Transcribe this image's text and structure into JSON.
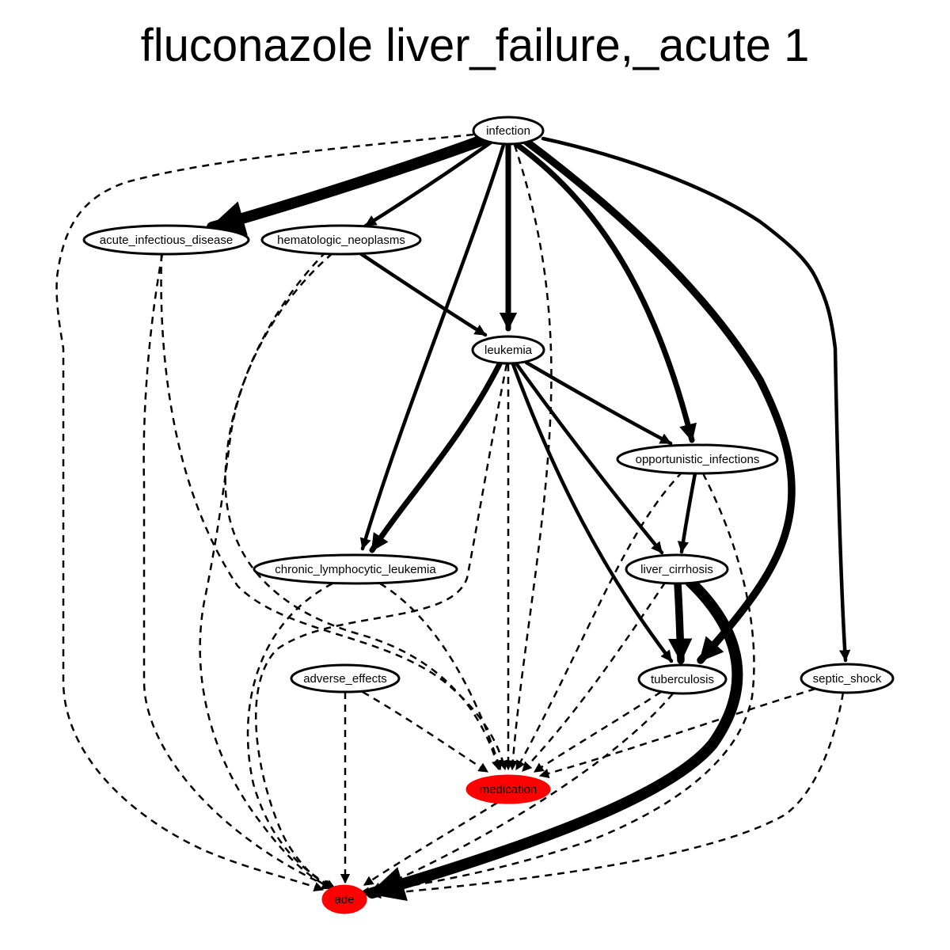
{
  "title": "fluconazole liver_failure,_acute 1",
  "colors": {
    "highlight": "#ff0000",
    "stroke": "#000000",
    "fill": "#ffffff"
  },
  "nodes": [
    {
      "id": "infection",
      "label": "infection",
      "highlight": false
    },
    {
      "id": "acute_infectious_disease",
      "label": "acute_infectious_disease",
      "highlight": false
    },
    {
      "id": "hematologic_neoplasms",
      "label": "hematologic_neoplasms",
      "highlight": false
    },
    {
      "id": "leukemia",
      "label": "leukemia",
      "highlight": false
    },
    {
      "id": "opportunistic_infections",
      "label": "opportunistic_infections",
      "highlight": false
    },
    {
      "id": "chronic_lymphocytic_leukemia",
      "label": "chronic_lymphocytic_leukemia",
      "highlight": false
    },
    {
      "id": "liver_cirrhosis",
      "label": "liver_cirrhosis",
      "highlight": false
    },
    {
      "id": "adverse_effects",
      "label": "adverse_effects",
      "highlight": false
    },
    {
      "id": "tuberculosis",
      "label": "tuberculosis",
      "highlight": false
    },
    {
      "id": "septic_shock",
      "label": "septic_shock",
      "highlight": false
    },
    {
      "id": "medication",
      "label": "medication",
      "highlight": true
    },
    {
      "id": "ade",
      "label": "ade",
      "highlight": true
    }
  ],
  "edges": [
    {
      "from": "infection",
      "to": "acute_infectious_disease",
      "style": "solid",
      "weight": 5
    },
    {
      "from": "infection",
      "to": "hematologic_neoplasms",
      "style": "solid",
      "weight": 2
    },
    {
      "from": "infection",
      "to": "leukemia",
      "style": "solid",
      "weight": 3
    },
    {
      "from": "infection",
      "to": "chronic_lymphocytic_leukemia",
      "style": "solid",
      "weight": 2
    },
    {
      "from": "infection",
      "to": "opportunistic_infections",
      "style": "solid",
      "weight": 3
    },
    {
      "from": "infection",
      "to": "tuberculosis",
      "style": "solid",
      "weight": 4
    },
    {
      "from": "infection",
      "to": "septic_shock",
      "style": "solid",
      "weight": 2
    },
    {
      "from": "infection",
      "to": "ade",
      "style": "dashed",
      "weight": 1
    },
    {
      "from": "infection",
      "to": "medication",
      "style": "dashed",
      "weight": 1
    },
    {
      "from": "hematologic_neoplasms",
      "to": "leukemia",
      "style": "solid",
      "weight": 2
    },
    {
      "from": "hematologic_neoplasms",
      "to": "ade",
      "style": "dashed",
      "weight": 1
    },
    {
      "from": "hematologic_neoplasms",
      "to": "medication",
      "style": "dashed",
      "weight": 1
    },
    {
      "from": "acute_infectious_disease",
      "to": "ade",
      "style": "dashed",
      "weight": 1
    },
    {
      "from": "acute_infectious_disease",
      "to": "medication",
      "style": "dashed",
      "weight": 1
    },
    {
      "from": "leukemia",
      "to": "chronic_lymphocytic_leukemia",
      "style": "solid",
      "weight": 3
    },
    {
      "from": "leukemia",
      "to": "opportunistic_infections",
      "style": "solid",
      "weight": 2
    },
    {
      "from": "leukemia",
      "to": "liver_cirrhosis",
      "style": "solid",
      "weight": 2
    },
    {
      "from": "leukemia",
      "to": "tuberculosis",
      "style": "solid",
      "weight": 2
    },
    {
      "from": "leukemia",
      "to": "medication",
      "style": "dashed",
      "weight": 1
    },
    {
      "from": "leukemia",
      "to": "ade",
      "style": "dashed",
      "weight": 1
    },
    {
      "from": "opportunistic_infections",
      "to": "liver_cirrhosis",
      "style": "solid",
      "weight": 2
    },
    {
      "from": "opportunistic_infections",
      "to": "medication",
      "style": "dashed",
      "weight": 1
    },
    {
      "from": "opportunistic_infections",
      "to": "ade",
      "style": "dashed",
      "weight": 1
    },
    {
      "from": "chronic_lymphocytic_leukemia",
      "to": "medication",
      "style": "dashed",
      "weight": 1
    },
    {
      "from": "chronic_lymphocytic_leukemia",
      "to": "ade",
      "style": "dashed",
      "weight": 1
    },
    {
      "from": "liver_cirrhosis",
      "to": "tuberculosis",
      "style": "solid",
      "weight": 4
    },
    {
      "from": "liver_cirrhosis",
      "to": "ade",
      "style": "solid",
      "weight": 5
    },
    {
      "from": "liver_cirrhosis",
      "to": "medication",
      "style": "dashed",
      "weight": 1
    },
    {
      "from": "adverse_effects",
      "to": "ade",
      "style": "dashed",
      "weight": 1
    },
    {
      "from": "adverse_effects",
      "to": "medication",
      "style": "dashed",
      "weight": 1
    },
    {
      "from": "tuberculosis",
      "to": "medication",
      "style": "dashed",
      "weight": 1
    },
    {
      "from": "tuberculosis",
      "to": "ade",
      "style": "dashed",
      "weight": 1
    },
    {
      "from": "septic_shock",
      "to": "medication",
      "style": "dashed",
      "weight": 1
    },
    {
      "from": "septic_shock",
      "to": "ade",
      "style": "dashed",
      "weight": 1
    },
    {
      "from": "medication",
      "to": "ade",
      "style": "dashed",
      "weight": 1
    }
  ]
}
